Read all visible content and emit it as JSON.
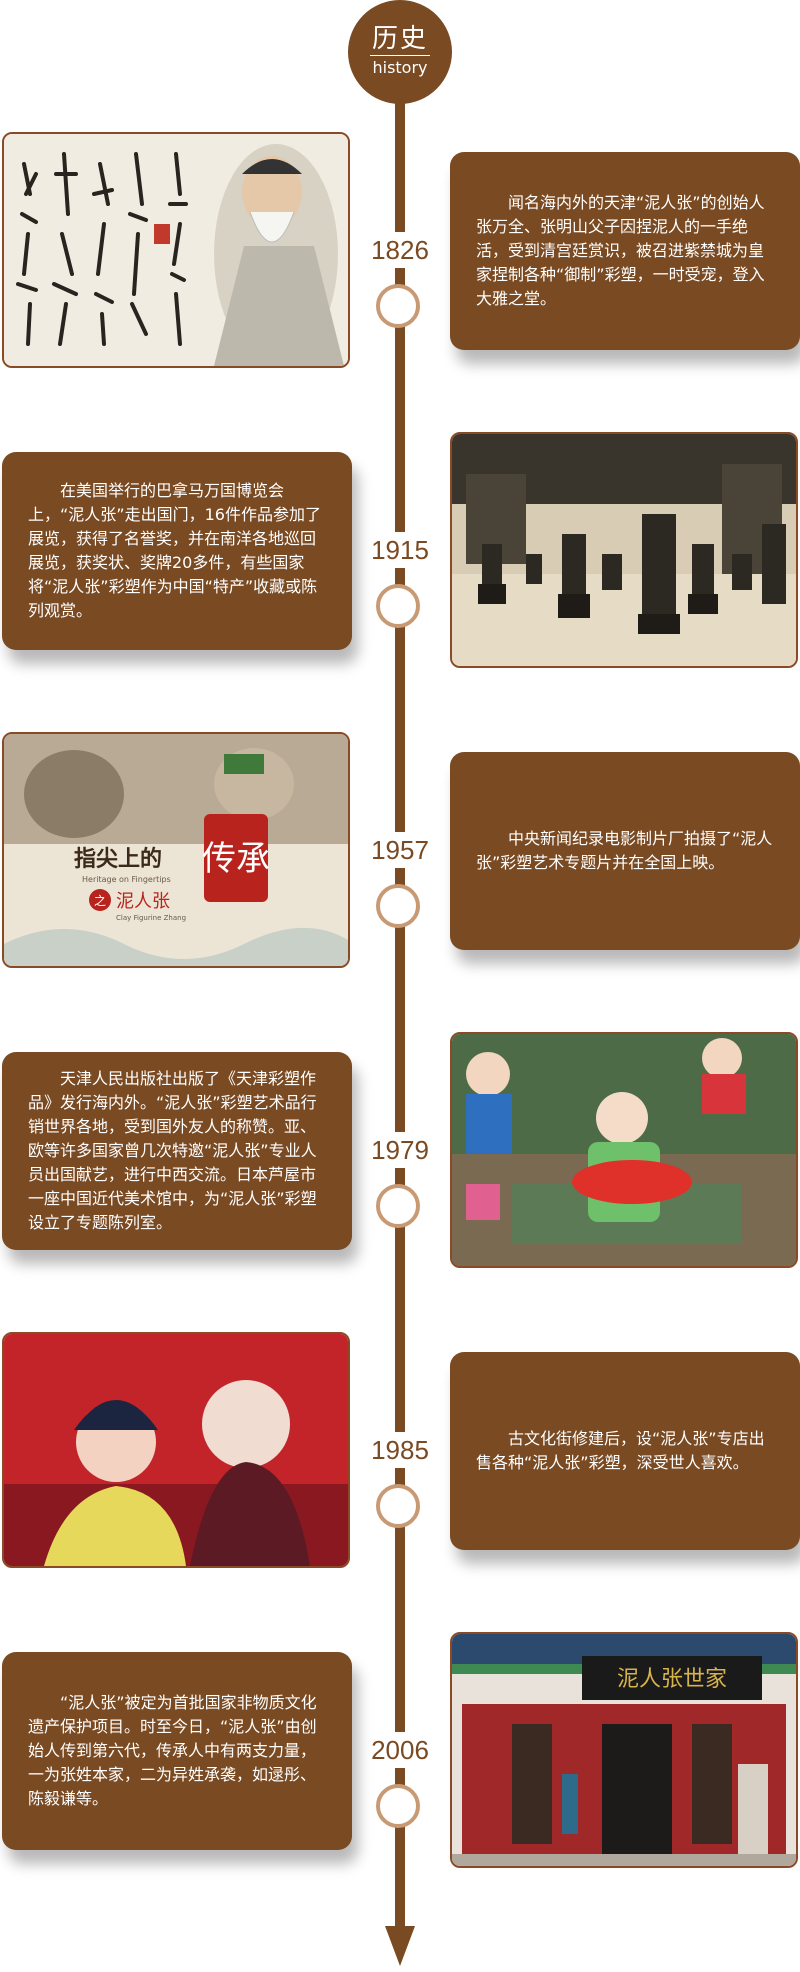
{
  "header": {
    "title_zh": "历史",
    "title_en": "history"
  },
  "events": [
    {
      "year": "1826",
      "text": "闻名海内外的天津“泥人张”的创始人张万全、张明山父子因捏泥人的一手绝活，受到清宫廷赏识，被召进紫禁城为皇家捏制各种“御制”彩塑，一时受宠，登入大雅之堂。"
    },
    {
      "year": "1915",
      "text": "在美国举行的巴拿马万国博览会上，“泥人张”走出国门，16件作品参加了展览，获得了名誉奖，并在南洋各地巡回展览，获奖状、奖牌20多件，有些国家将“泥人张”彩塑作为中国“特产”收藏或陈列观赏。"
    },
    {
      "year": "1957",
      "text": "中央新闻纪录电影制片厂拍摄了“泥人张”彩塑艺术专题片并在全国上映。"
    },
    {
      "year": "1979",
      "text": "天津人民出版社出版了《天津彩塑作品》发行海内外。“泥人张”彩塑艺术品行销世界各地，受到国外友人的称赞。亚、欧等许多国家曾几次特邀“泥人张”专业人员出国献艺，进行中西交流。日本芦屋市一座中国近代美术馆中，为“泥人张”彩塑设立了专题陈列室。"
    },
    {
      "year": "1985",
      "text": "古文化街修建后，设“泥人张”专店出售各种“泥人张”彩塑，深受世人喜欢。"
    },
    {
      "year": "2006",
      "text": "“泥人张”被定为首批国家非物质文化遗产保护项目。时至今日，“泥人张”由创始人传到第六代，传承人中有两支力量，一为张姓本家，二为异姓承袭，如逯彤、陈毅谦等。"
    }
  ],
  "poster": {
    "title": "指尖上的",
    "subtitle": "Heritage on Fingertips",
    "seal": "传承",
    "name_prefix": "之",
    "name": "泥人张",
    "name_en": "Clay Figurine Zhang"
  },
  "shop_sign": "泥人张世家",
  "colors": {
    "primary": "#7a4a22",
    "ring": "#c89a74",
    "border": "#8a4a26"
  }
}
